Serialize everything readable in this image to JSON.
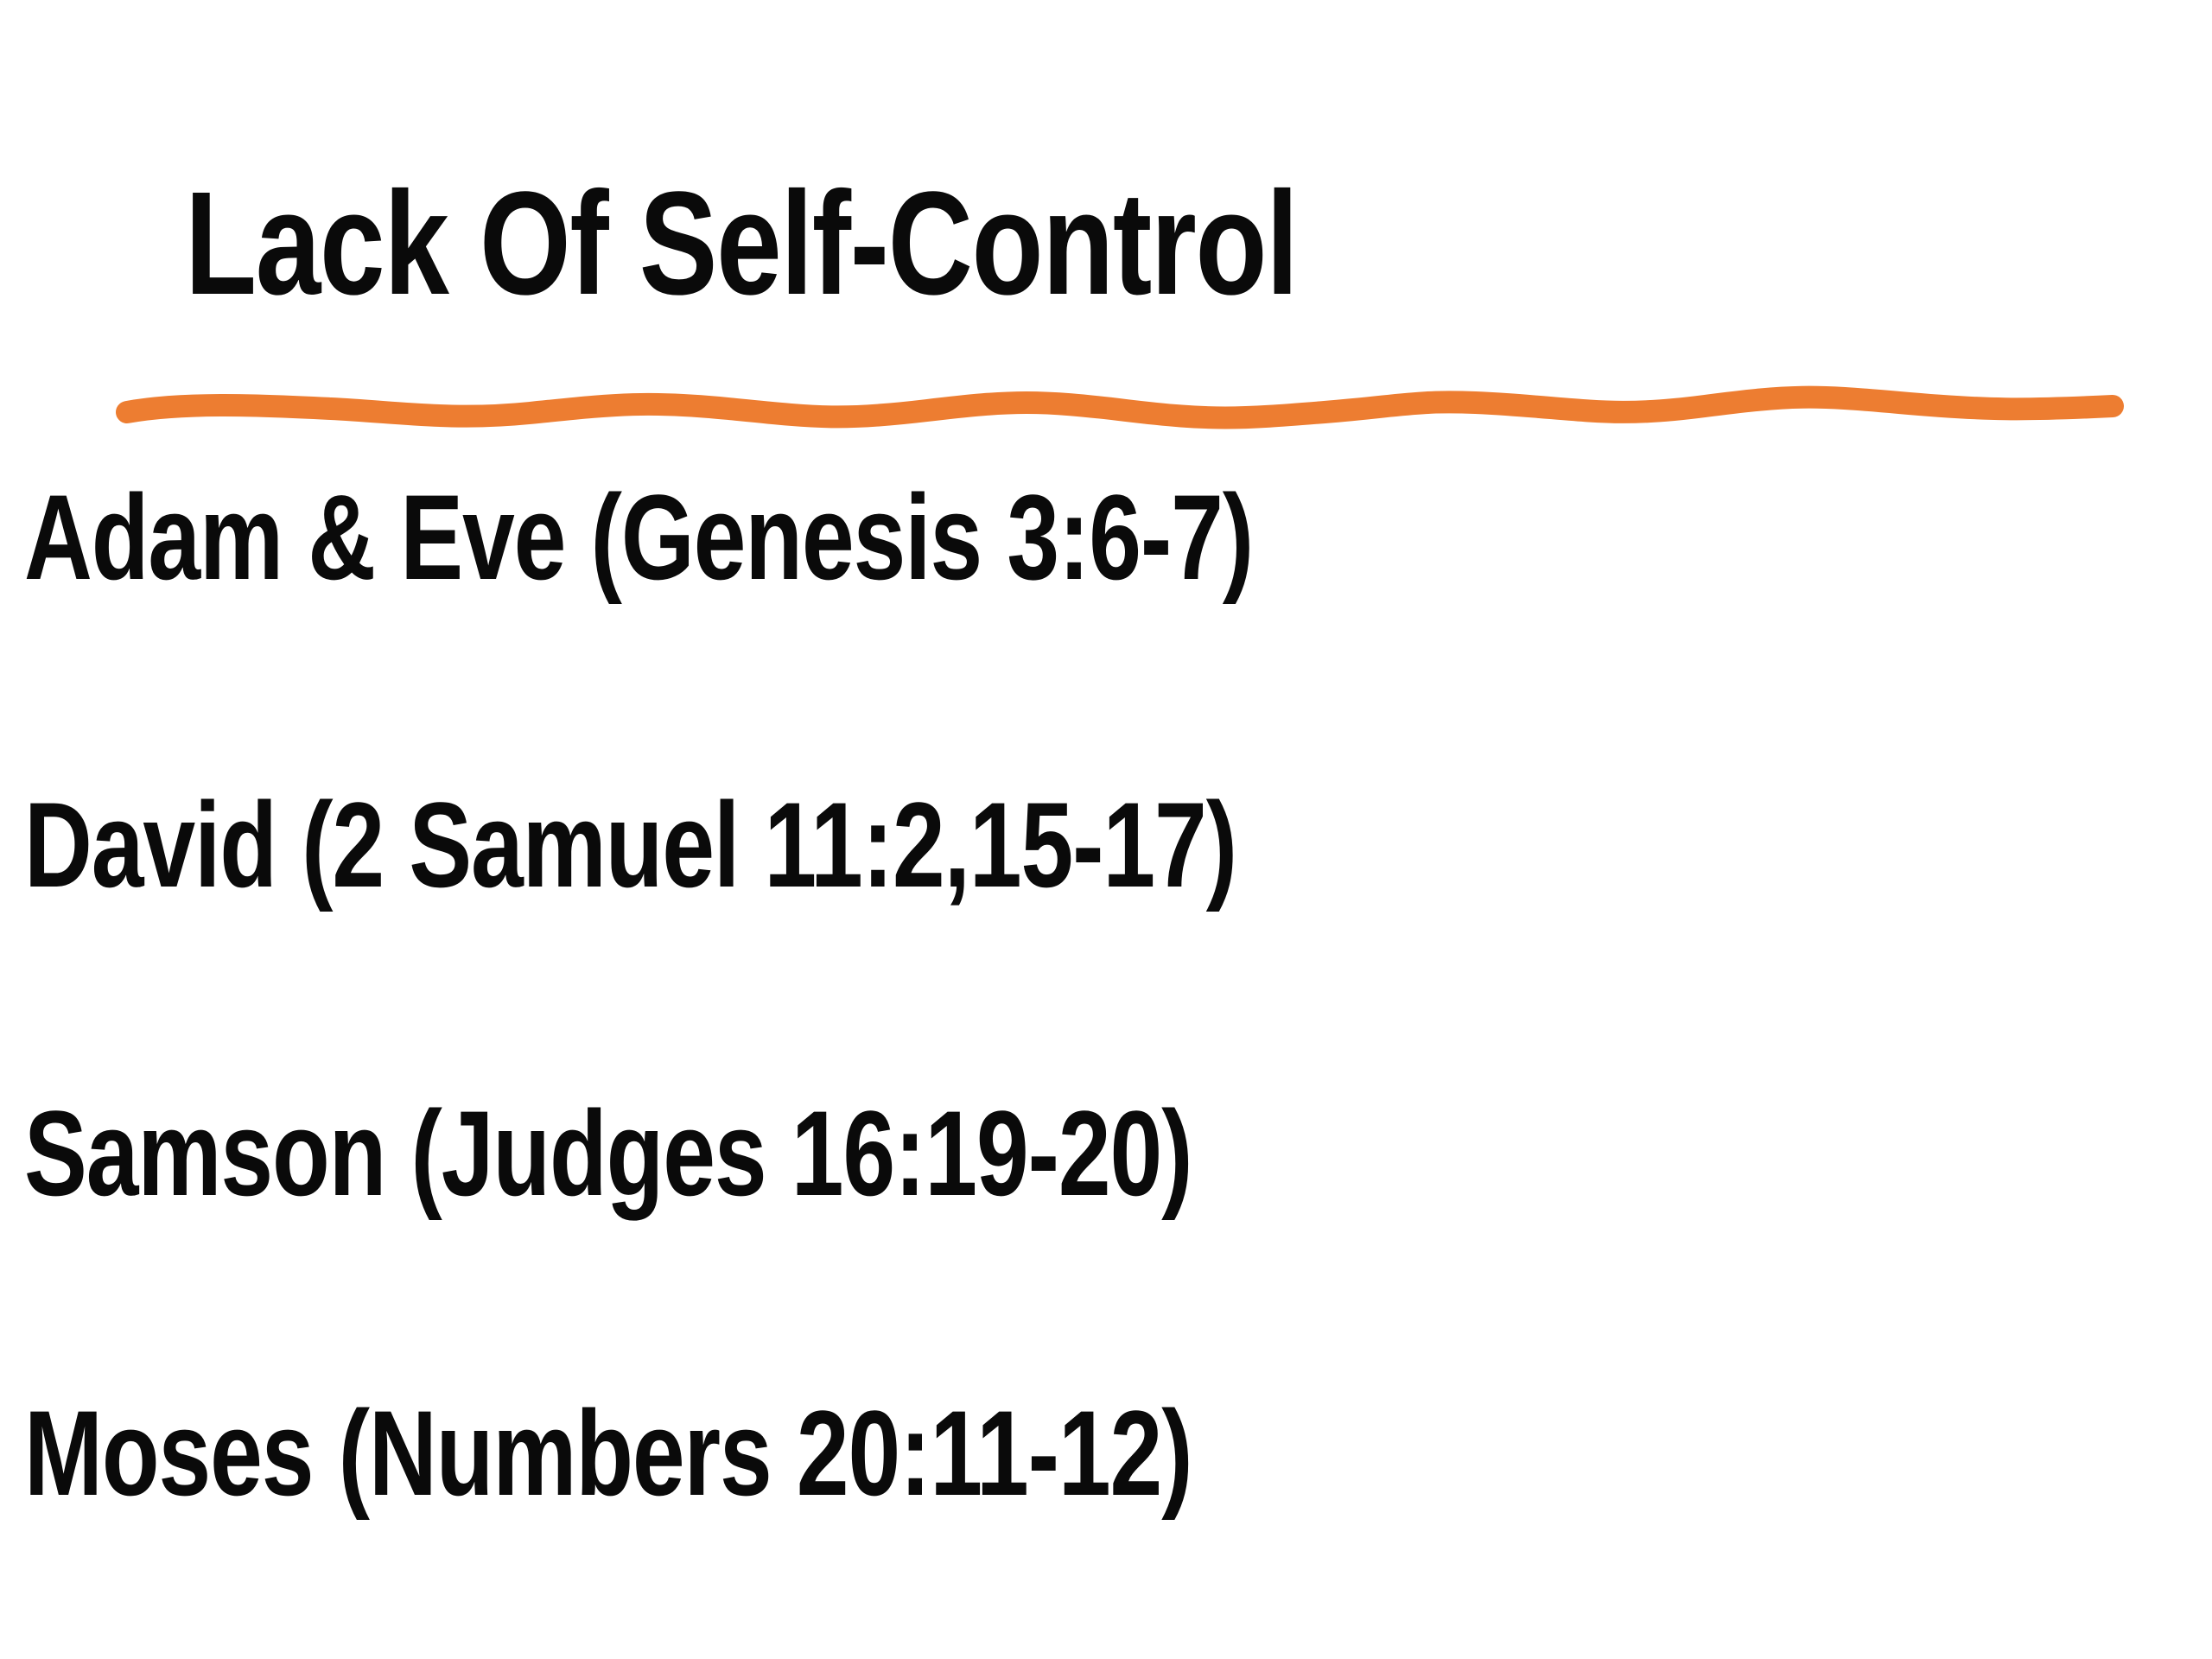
{
  "slide": {
    "title": "Lack Of Self-Control",
    "divider_color": "#ED7D31",
    "text_color": "#0a0a0a",
    "items": [
      {
        "text": "Adam & Eve (Genesis 3:6-7)"
      },
      {
        "text": "David (2 Samuel 11:2,15-17)"
      },
      {
        "text": "Samson (Judges 16:19-20)"
      },
      {
        "text": "Moses (Numbers 20:11-12)"
      }
    ]
  }
}
